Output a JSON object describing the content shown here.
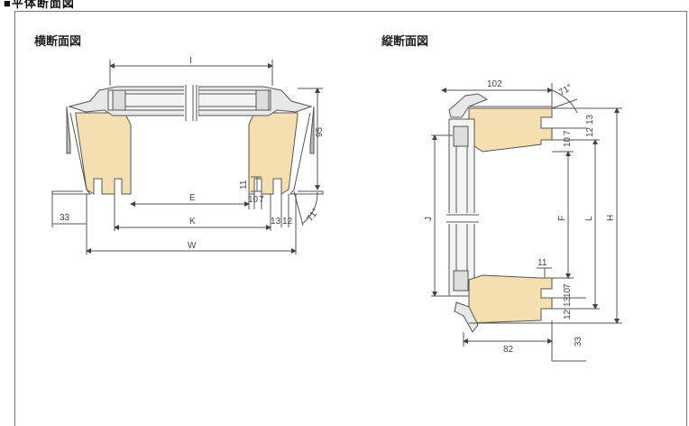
{
  "page_heading": "■平体断面図",
  "horizontal": {
    "title": "横断面図",
    "dims": {
      "I": "I",
      "E": "E",
      "K": "K",
      "W": "W",
      "d95": "95",
      "d11": "11",
      "d10": "10",
      "d7": "7",
      "d13": "13",
      "d12": "12",
      "d33": "33",
      "angle": "71°"
    }
  },
  "vertical": {
    "title": "縦断面図",
    "dims": {
      "d102": "102",
      "angle": "71°",
      "d13": "13",
      "d12": "12",
      "d10": "10",
      "d7": "7",
      "J": "J",
      "F": "F",
      "L": "L",
      "H": "H",
      "d11": "11",
      "d7b": "7",
      "d10b": "10",
      "d12b": "12",
      "d13b": "13",
      "d82": "82",
      "d33": "33"
    }
  },
  "colors": {
    "wood": "#f5dfb0",
    "line": "#555555",
    "frame": "#777777"
  }
}
